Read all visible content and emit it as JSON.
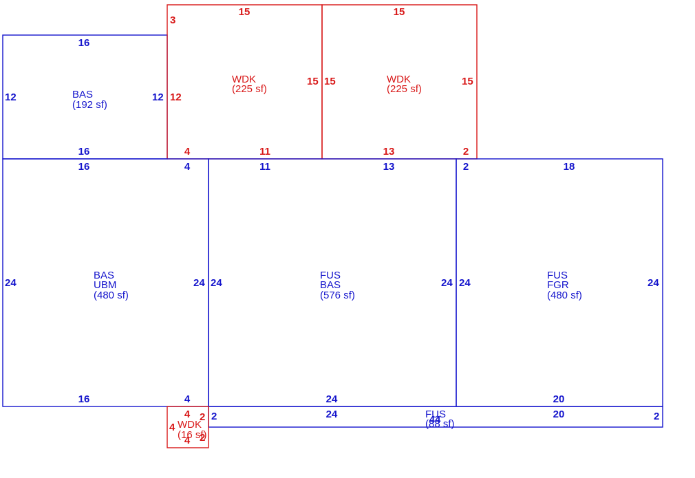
{
  "colors": {
    "living": "#1414cc",
    "deck": "#d81818"
  },
  "areas": [
    {
      "id": "bas-192",
      "color": "living",
      "label_lines": [
        "BAS",
        "(192 sf)"
      ],
      "dims": [
        "16",
        "16",
        "12",
        "12"
      ]
    },
    {
      "id": "wdk-225-left",
      "color": "deck",
      "label_lines": [
        "WDK",
        "(225 sf)"
      ],
      "dims": [
        "15",
        "3",
        "12",
        "15",
        "4",
        "11"
      ]
    },
    {
      "id": "wdk-225-right",
      "color": "deck",
      "label_lines": [
        "WDK",
        "(225 sf)"
      ],
      "dims": [
        "15",
        "15",
        "15",
        "13",
        "2"
      ]
    },
    {
      "id": "bas-ubm-480",
      "color": "living",
      "label_lines": [
        "BAS",
        "UBM",
        "(480 sf)"
      ],
      "dims": [
        "16",
        "4",
        "24",
        "24",
        "16",
        "4"
      ]
    },
    {
      "id": "fus-bas-576",
      "color": "living",
      "label_lines": [
        "FUS",
        "BAS",
        "(576 sf)"
      ],
      "dims": [
        "11",
        "13",
        "24",
        "24",
        "24"
      ]
    },
    {
      "id": "fus-fgr-480",
      "color": "living",
      "label_lines": [
        "FUS",
        "FGR",
        "(480 sf)"
      ],
      "dims": [
        "2",
        "18",
        "24",
        "24",
        "20"
      ]
    },
    {
      "id": "fus-88",
      "color": "living",
      "label_lines": [
        "FUS",
        "(88 sf)"
      ],
      "dims": [
        "2",
        "24",
        "20",
        "2",
        "44"
      ]
    },
    {
      "id": "wdk-16",
      "color": "deck",
      "label_lines": [
        "WDK",
        "(16 sf)"
      ],
      "dims": [
        "4",
        "2",
        "4",
        "4",
        "2"
      ]
    }
  ]
}
